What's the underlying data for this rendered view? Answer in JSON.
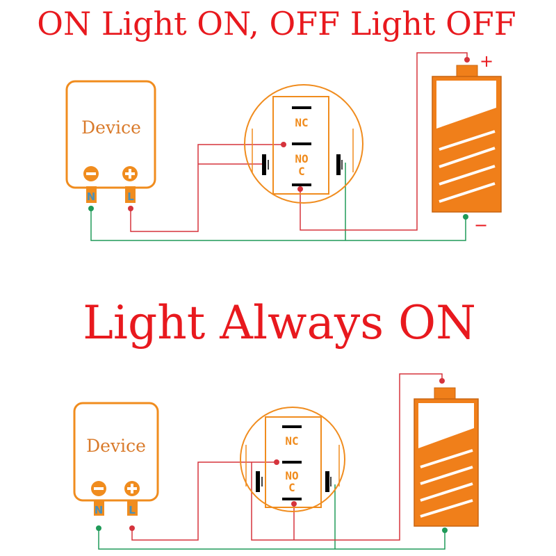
{
  "title_top": "ON Light ON, OFF Light OFF",
  "title_middle": "Light Always ON",
  "colors": {
    "title": "#e8191e",
    "component": "#f08c1e",
    "device_text": "#d97a2a",
    "wire_red": "#d5333c",
    "wire_green": "#1f9a58",
    "terminal_blue": "#4a8fb8",
    "battery_fill": "#f07f1a"
  },
  "diagrams": [
    {
      "device_label": "Device",
      "neutral_letter": "N",
      "live_letter": "L",
      "switch_labels": {
        "nc": "NC",
        "no": "NO",
        "c": "C"
      },
      "battery": {
        "plus": "+",
        "minus": "−"
      }
    },
    {
      "device_label": "Device",
      "neutral_letter": "N",
      "live_letter": "L",
      "switch_labels": {
        "nc": "NC",
        "no": "NO",
        "c": "C"
      },
      "battery": {
        "plus": "",
        "minus": ""
      }
    }
  ]
}
